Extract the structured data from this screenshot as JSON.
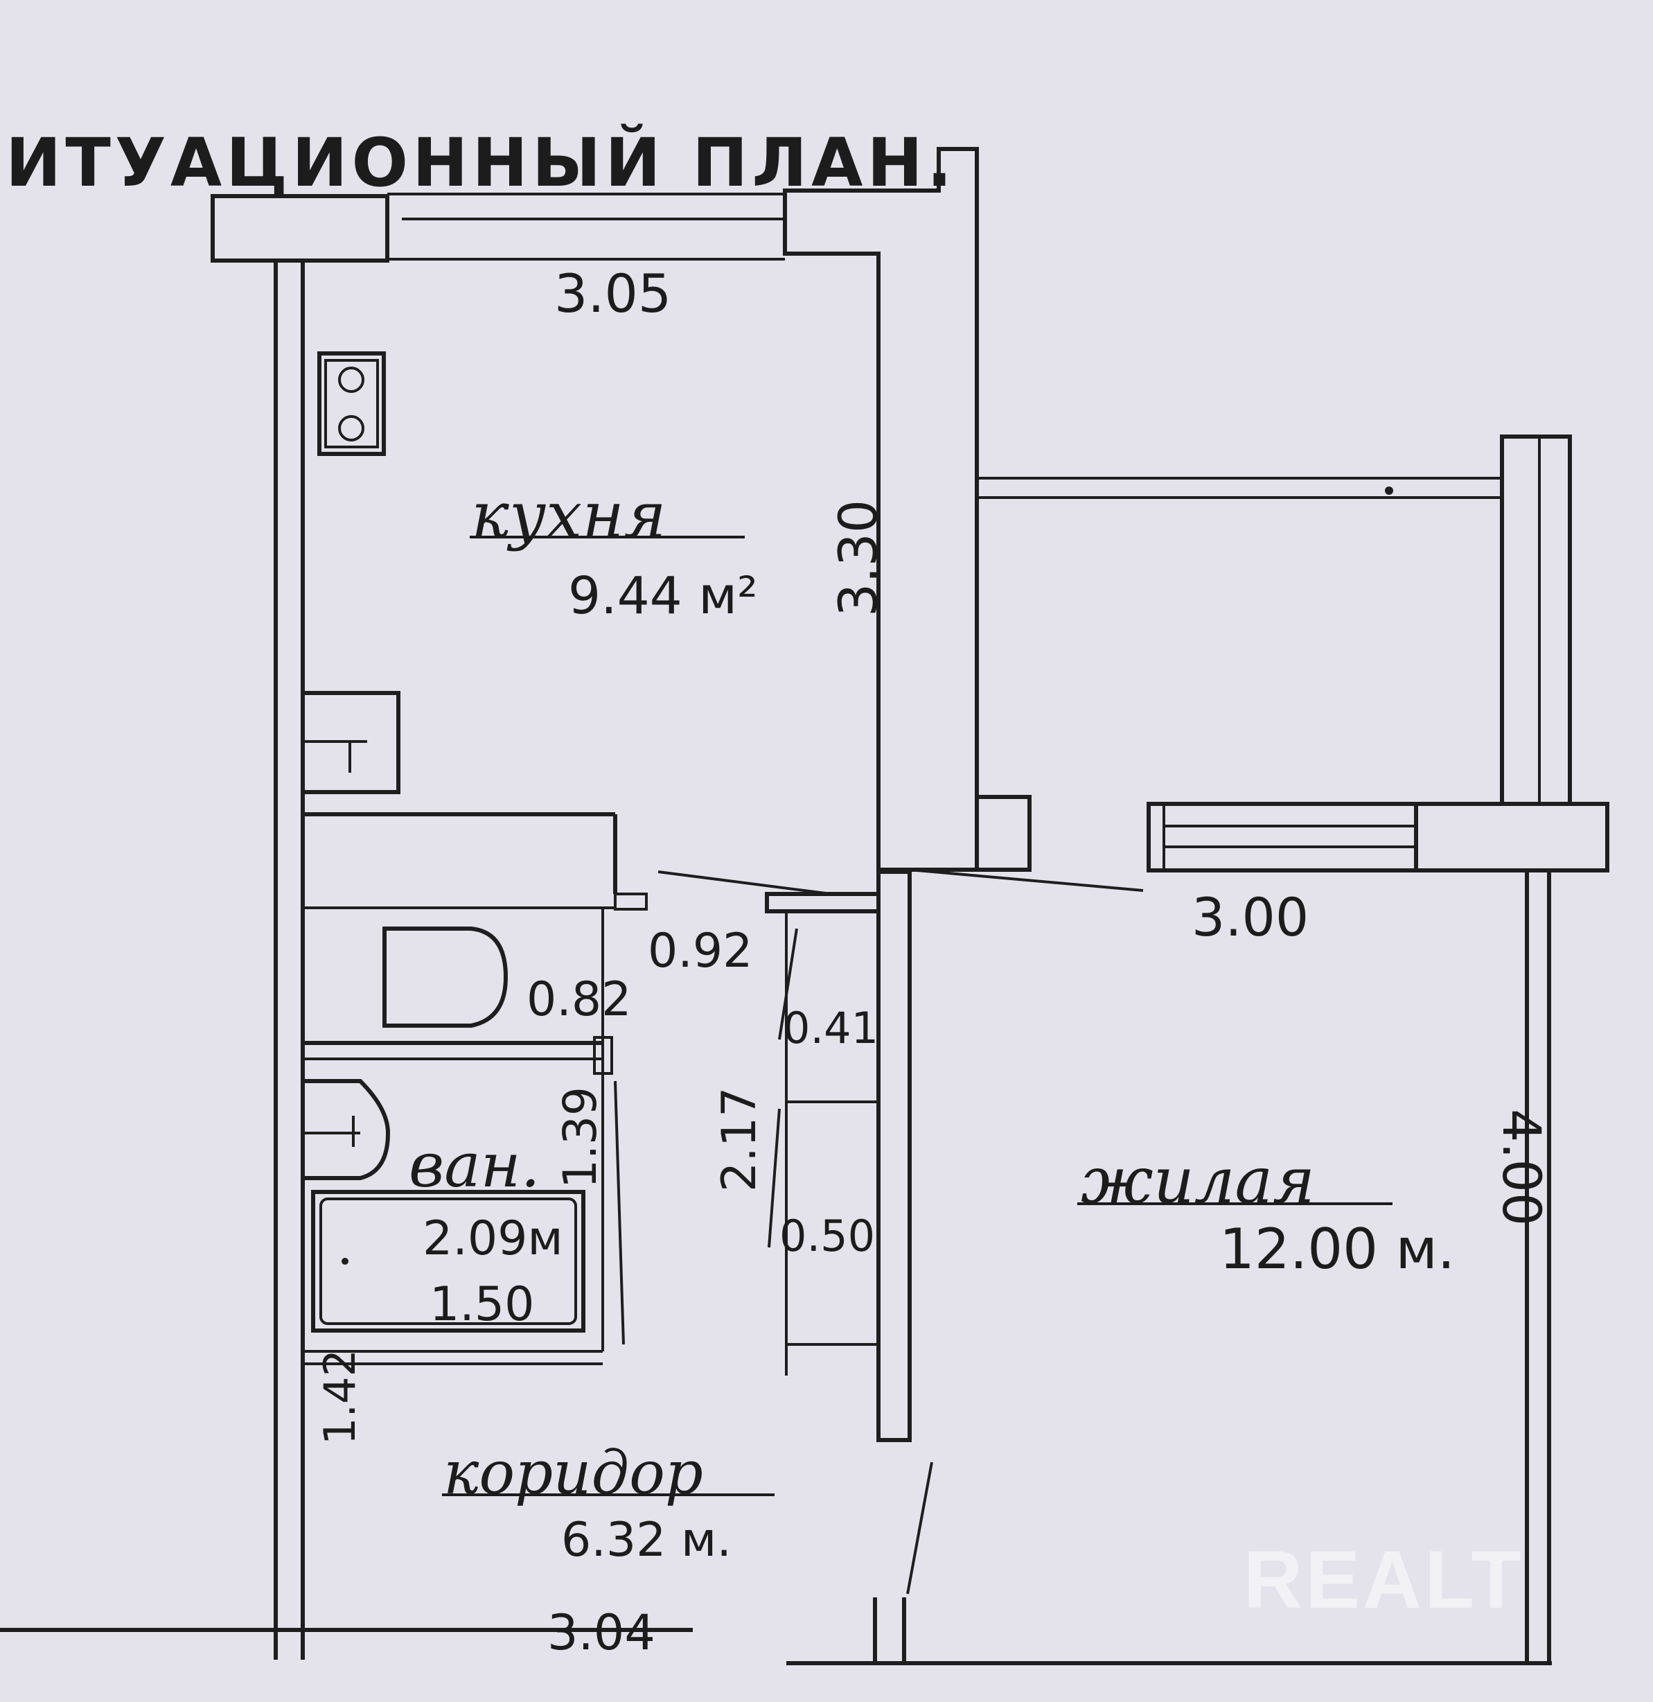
{
  "title": "ИТУАЦИОННЫЙ ПЛАН.",
  "rooms": {
    "kitchen": {
      "name": "кухня",
      "area": "9.44 м²"
    },
    "bathroom": {
      "name": "ван.",
      "area": "2.09м",
      "extra": "1.50"
    },
    "corridor": {
      "name": "коридор",
      "area": "6.32 м."
    },
    "living": {
      "name": "жилая",
      "area": "12.00 м."
    }
  },
  "dimensions": {
    "kitchen_top": "3.05",
    "kitchen_side": "3.30",
    "door_092": "0.92",
    "wc": "0.82",
    "bath_side": "1.39",
    "closet_side": "2.17",
    "closet_a": "0.41",
    "closet_b": "0.50",
    "living_top": "3.00",
    "living_side": "4.00",
    "corridor_side": "1.42",
    "corridor_bottom": "3.04"
  },
  "watermark": "REALT",
  "colors": {
    "paper": "#e4e3ec",
    "ink": "#1e1e1e",
    "watermark": "#f2f2f6"
  }
}
